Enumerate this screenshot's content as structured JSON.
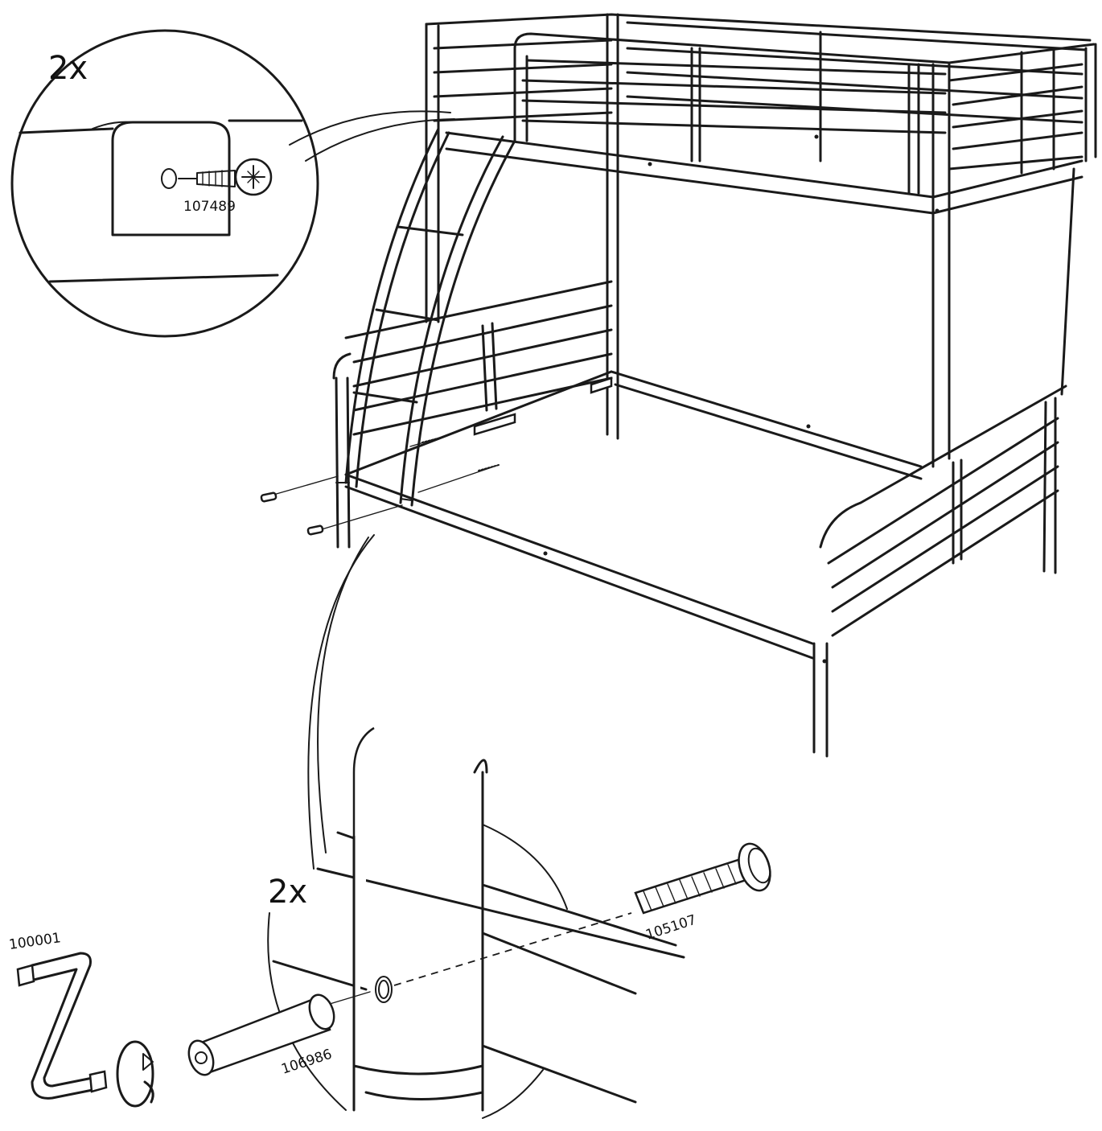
{
  "top_callout": {
    "quantity": "2x",
    "part_number": "107489"
  },
  "bottom_callout": {
    "quantity": "2x",
    "allen_key_part": "100001",
    "bolt_part": "105107",
    "barrel_nut_part": "106986"
  },
  "icons": [
    "magnifier-callout",
    "screw",
    "bolt",
    "barrel-nut",
    "allen-key",
    "rotate-arrow",
    "phillips-head"
  ]
}
